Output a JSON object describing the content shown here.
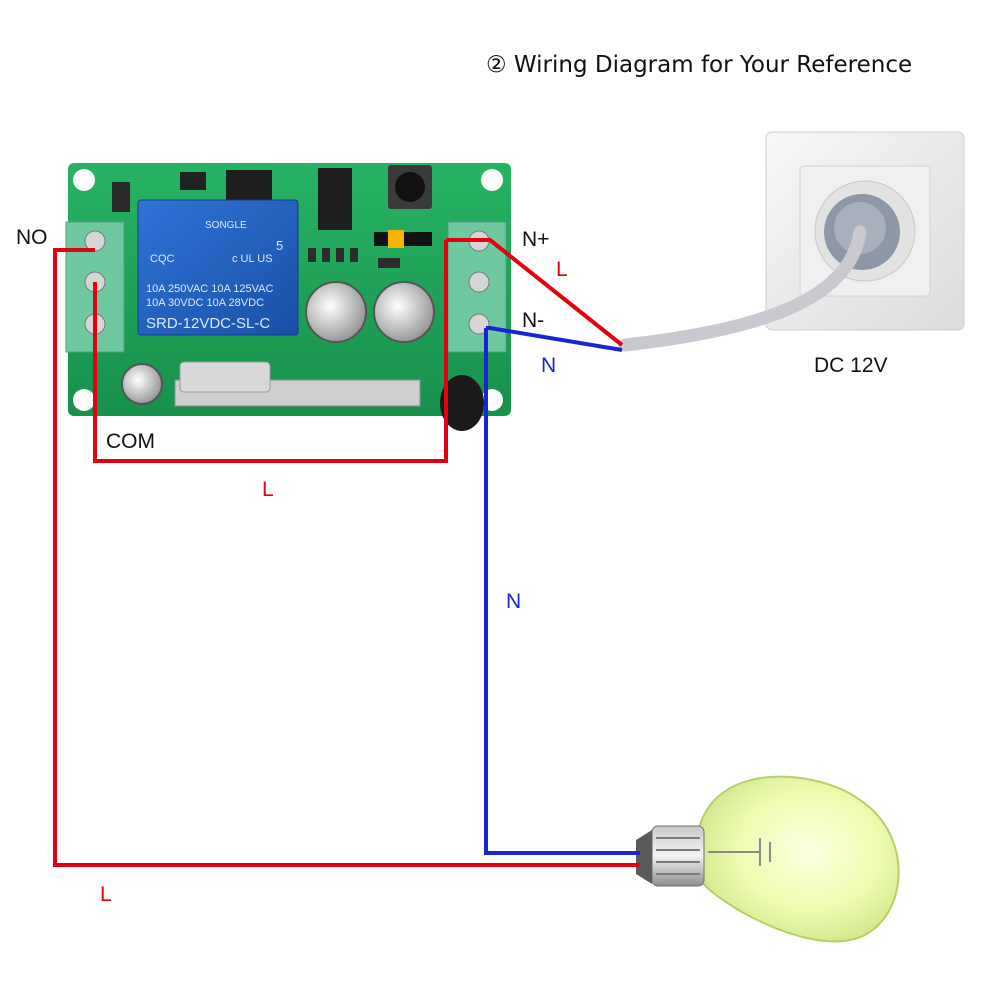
{
  "title": "② Wiring Diagram for Your Reference",
  "terminals": {
    "no": "NO",
    "com": "COM",
    "n_plus": "N+",
    "n_minus": "N-"
  },
  "wire_labels": {
    "l_top": "L",
    "n_top": "N",
    "l_loop": "L",
    "n_vertical": "N",
    "l_bottom": "L"
  },
  "power_label": "DC 12V",
  "relay": {
    "brand": "SONGLE",
    "rating_1": "10A 250VAC    10A 125VAC",
    "rating_2": "10A 30VDC     10A 28VDC",
    "model": "SRD-12VDC-SL-C",
    "cert_1": "CQC",
    "cert_2": "c  UL  US",
    "pin_count": "5"
  },
  "colors": {
    "live_wire": "#e3000f",
    "neutral_wire": "#1726d4",
    "pcb": "#1fa35a",
    "relay": "#1f5fc0",
    "terminal": "#6ec9a1"
  },
  "icons": {
    "outlet": "wall-socket-icon",
    "bulb": "light-bulb-icon"
  }
}
